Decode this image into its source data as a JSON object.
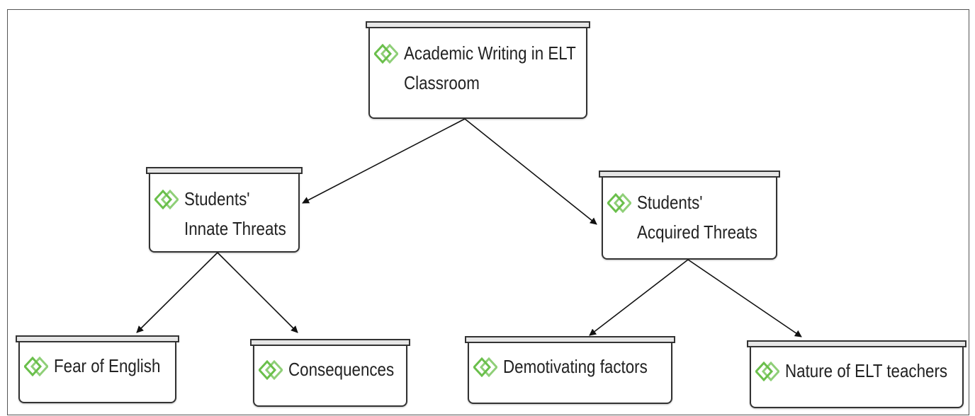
{
  "diagram": {
    "type": "tree",
    "nodes": [
      {
        "id": "root",
        "lines": [
          "Academic Writing in ELT",
          "Classroom"
        ]
      },
      {
        "id": "innate",
        "lines": [
          "Students'",
          "Innate Threats"
        ]
      },
      {
        "id": "acquired",
        "lines": [
          "Students'",
          "Acquired Threats"
        ]
      },
      {
        "id": "fear",
        "lines": [
          "Fear of English"
        ]
      },
      {
        "id": "consequences",
        "lines": [
          "Consequences"
        ]
      },
      {
        "id": "demotivating",
        "lines": [
          "Demotivating factors"
        ]
      },
      {
        "id": "nature",
        "lines": [
          "Nature of ELT teachers"
        ]
      }
    ],
    "edges": [
      {
        "from": "root",
        "to": "innate"
      },
      {
        "from": "root",
        "to": "acquired"
      },
      {
        "from": "innate",
        "to": "fear"
      },
      {
        "from": "innate",
        "to": "consequences"
      },
      {
        "from": "acquired",
        "to": "demotivating"
      },
      {
        "from": "acquired",
        "to": "nature"
      }
    ],
    "node_icon": "double-chevron-diamond-icon",
    "colors": {
      "icon": "#6abf4b",
      "border": "#333333",
      "tab": "#e6e6e6",
      "edge": "#111111"
    }
  }
}
